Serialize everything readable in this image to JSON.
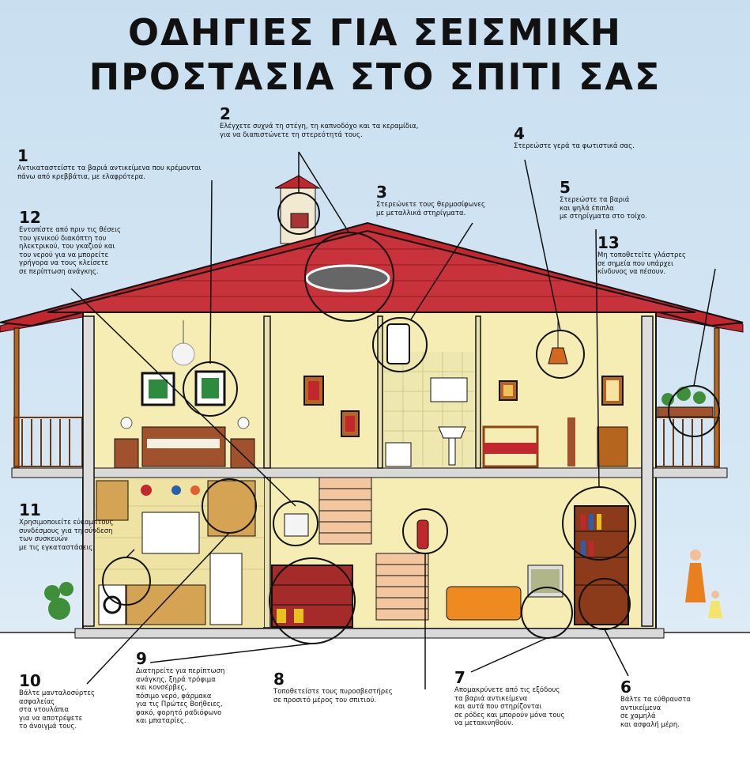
{
  "title": {
    "line1": "ΟΔΗΓΙΕΣ ΓΙΑ ΣΕΙΣΜΙΚΗ",
    "line2": "ΠΡΟΣΤΑΣΙΑ ΣΤΟ ΣΠΙΤΙ ΣΑΣ"
  },
  "colors": {
    "roof": "#c1272d",
    "wall": "#f6edb4",
    "sky": "#cfe3f2",
    "outline": "#111111",
    "wood": "#b5651d"
  },
  "tips": [
    {
      "num": "1",
      "text": "Αντικαταστείστε τα βαριά αντικείμενα που κρέμονται\nπάνω από κρεββάτια, με ελαφρότερα."
    },
    {
      "num": "2",
      "text": "Ελέγχετε συχνά τη στέγη, τη καπνοδόχο και τα κεραμίδια,\nγια να διαπιστώνετε τη στερεότητά τους."
    },
    {
      "num": "3",
      "text": "Στερεώνετε τους θερμοσίφωνες\nμε μεταλλικά στηρίγματα."
    },
    {
      "num": "4",
      "text": "Στερεώστε γερά τα φωτιστικά σας."
    },
    {
      "num": "5",
      "text": "Στερεώστε τα βαριά\nκαι ψηλά έπιπλα\nμε στηρίγματα στο τοίχο."
    },
    {
      "num": "6",
      "text": "Βάλτε τα εύθραυστα\nαντικείμενα\nσε χαμηλά\nκαι ασφαλή μέρη."
    },
    {
      "num": "7",
      "text": "Απομακρύνετε από τις εξόδους\nτα βαριά αντικείμενα\nκαι αυτά που στηρίζονται\nσε ρόδες και μπορούν μόνα τους\nνα μετακινηθούν."
    },
    {
      "num": "8",
      "text": "Τοποθετείστε τους πυροσβεστήρες\nσε προσιτό μέρος του σπιτιού."
    },
    {
      "num": "9",
      "text": "Διατηρείτε για περίπτωση\nανάγκης, ξηρά τρόφιμα\nκαι κονσέρβες,\nπόσιμο νερό, φάρμακα\nγια τις Πρώτες Βοήθειες,\nφακό, φορητό ραδιόφωνο\nκαι μπαταρίες."
    },
    {
      "num": "10",
      "text": "Βάλτε μανταλοσύρτες\nασφαλείας\nστα ντουλάπια\nγια να αποτρέψετε\nτο άνοιγμά τους."
    },
    {
      "num": "11",
      "text": "Χρησιμοποιείτε εύκαμπτους\nσυνδέσμους για τη σύνδεση\nτων συσκευών\nμε τις εγκαταστάσεις."
    },
    {
      "num": "12",
      "text": "Εντοπίστε από πριν τις θέσεις\nτου γενικού διακόπτη του\nηλεκτρικού, του γκαζιού και\nτου νερού για να μπορείτε\nγρήγορα να τους κλείσετε\nσε περίπτωση ανάγκης."
    },
    {
      "num": "13",
      "text": "Μη τοποθετείτε γλάστρες\nσε σημεία που υπάρχει\nκίνδυνος να πέσουν."
    }
  ]
}
